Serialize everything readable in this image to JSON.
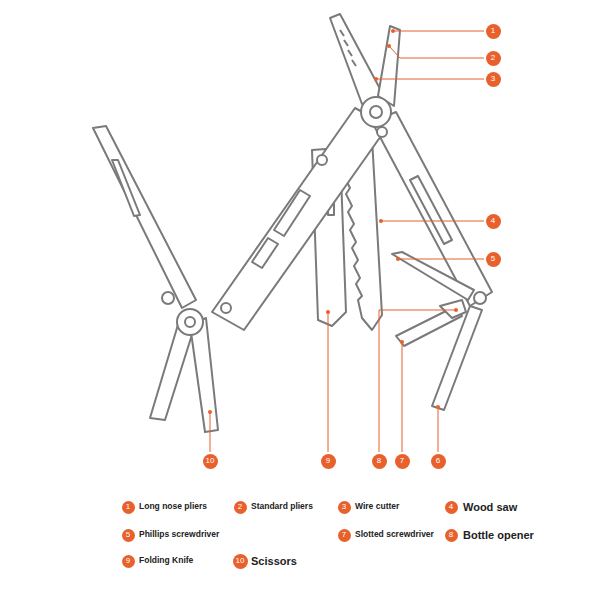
{
  "diagram": {
    "nodes": [
      {
        "text": [
          "1"
        ]
      },
      {
        "text": [
          "2"
        ]
      },
      {
        "text": [
          "3"
        ]
      },
      {
        "text": [
          "4"
        ]
      },
      {
        "text": [
          "5"
        ]
      },
      {
        "text": [
          "10"
        ]
      },
      {
        "text": [
          "9"
        ]
      },
      {
        "text": [
          "8"
        ]
      },
      {
        "text": [
          "7"
        ]
      },
      {
        "text": [
          "6"
        ]
      },
      {
        "text": [
          "1"
        ]
      },
      {
        "text": [
          "2"
        ]
      },
      {
        "text": [
          "3"
        ]
      },
      {
        "text": [
          "4"
        ]
      },
      {
        "text": [
          "5"
        ]
      },
      {
        "text": [
          "7"
        ]
      },
      {
        "text": [
          "8"
        ]
      },
      {
        "text": [
          "9"
        ]
      },
      {
        "text": [
          "10"
        ]
      }
    ],
    "edges": [],
    "labels": [
      "Long nose pliers",
      "Standard pliers",
      "Wire cutter",
      "Wood saw",
      "Phillips screwdriver",
      "Slotted screwdriver",
      "Bottle opener",
      "Folding Knife",
      "Scissors"
    ]
  }
}
